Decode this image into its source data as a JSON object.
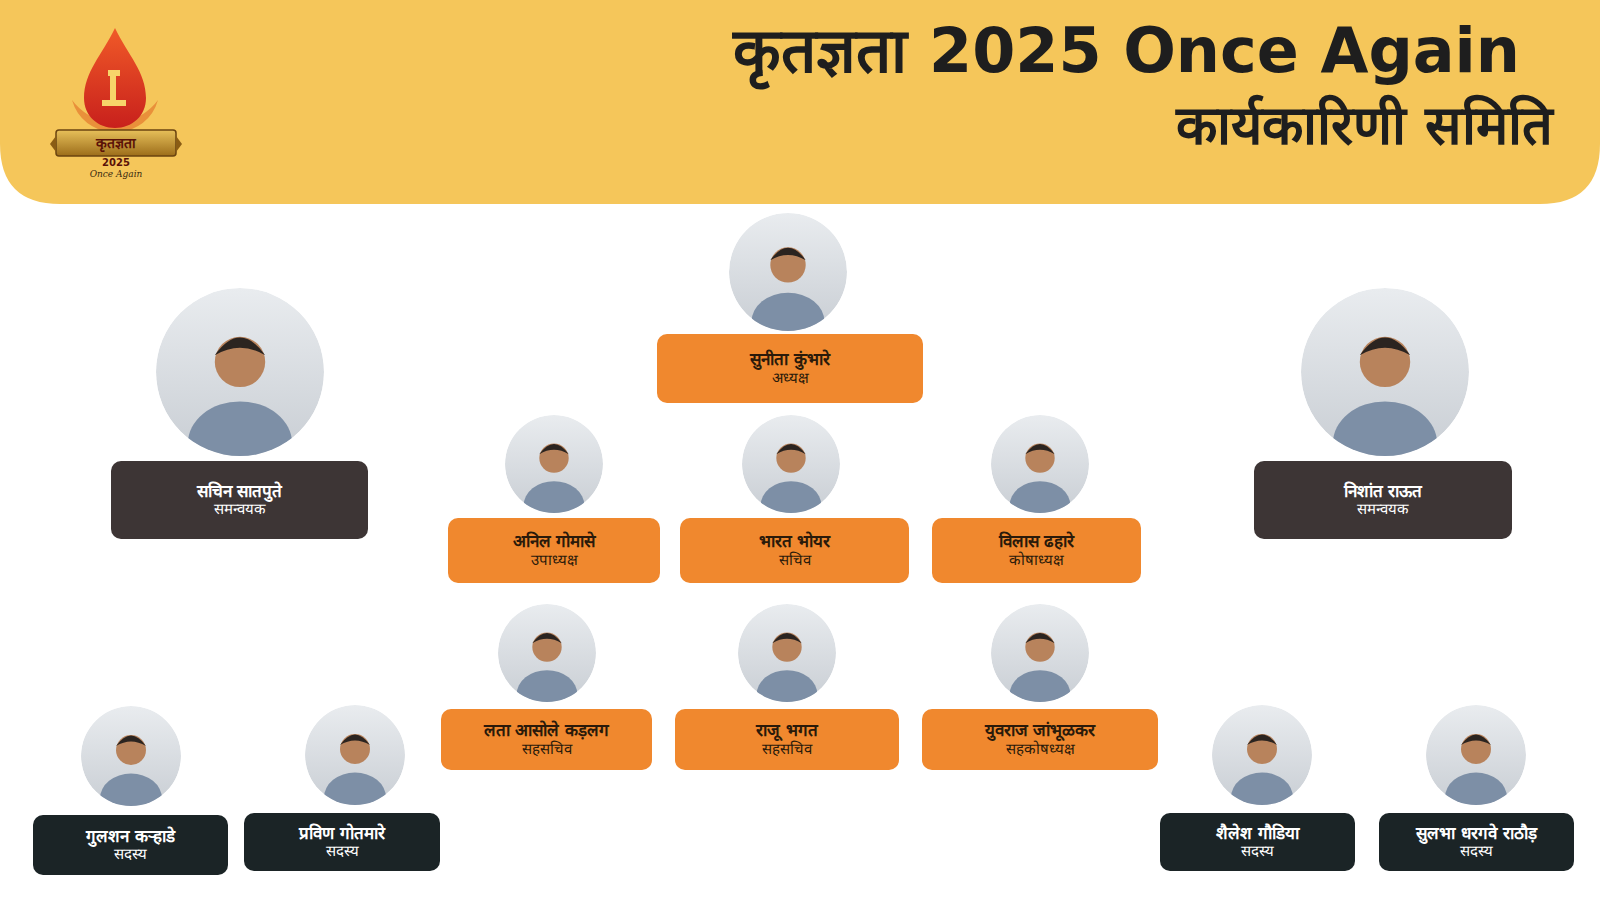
{
  "diagram": {
    "title": "कृतज्ञता 2025 Once Again",
    "nodes": [
      {
        "text": [
          "सुनीता कुंभारे",
          "अध्यक्ष"
        ]
      },
      {
        "text": [
          "सचिन सातपुते",
          "समन्वयक"
        ]
      },
      {
        "text": [
          "निशांत राऊत",
          "समन्वयक"
        ]
      },
      {
        "text": [
          "अनिल गोमासे",
          "उपाध्यक्ष"
        ]
      },
      {
        "text": [
          "भारत भोयर",
          "सचिव"
        ]
      },
      {
        "text": [
          "विलास ढहारे",
          "कोषाध्यक्ष"
        ]
      },
      {
        "text": [
          "लता आसोले कड़लग",
          "सहसचिव"
        ]
      },
      {
        "text": [
          "राजू भगत",
          "सहसचिव"
        ]
      },
      {
        "text": [
          "युवराज जांभूळकर",
          "सहकोषध्यक्ष"
        ]
      },
      {
        "text": [
          "गुलशन  कऱ्हाडे",
          "सदस्य"
        ]
      },
      {
        "text": [
          "प्रविण गोतमारे",
          "सदस्य"
        ]
      },
      {
        "text": [
          "शैलेश गौडिया",
          "सदस्य"
        ]
      },
      {
        "text": [
          "सुलभा धरगवे राठौड़",
          "सदस्य"
        ]
      }
    ],
    "labels": [
      "कार्यकारिणी समिति",
      "कृतज्ञता",
      "2025",
      "Once Again"
    ]
  }
}
